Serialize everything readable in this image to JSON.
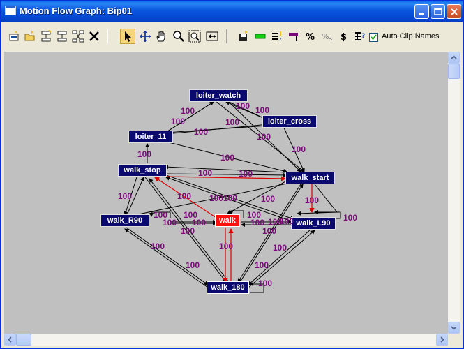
{
  "window": {
    "title": "Motion Flow Graph: Bip01",
    "controls": [
      "minimize",
      "maximize",
      "close"
    ]
  },
  "toolbar": {
    "tools": [
      {
        "name": "create-transition-icon",
        "active": false
      },
      {
        "name": "load-file-icon",
        "active": false
      },
      {
        "name": "branch-icon",
        "active": false
      },
      {
        "name": "branch-out-icon",
        "active": false
      },
      {
        "name": "layout-icon",
        "active": false
      },
      {
        "name": "delete-icon",
        "active": false
      },
      {
        "name": "select-arrow-icon",
        "active": true
      },
      {
        "name": "move-icon",
        "active": false
      },
      {
        "name": "pan-hand-icon",
        "active": false
      },
      {
        "name": "zoom-icon",
        "active": false
      },
      {
        "name": "zoom-region-icon",
        "active": false
      },
      {
        "name": "fit-width-icon",
        "active": false
      },
      {
        "name": "save-file-icon",
        "active": false
      },
      {
        "name": "green-clip-icon",
        "active": false
      },
      {
        "name": "script-icon",
        "active": false
      },
      {
        "name": "purple-flag-icon",
        "active": false
      },
      {
        "name": "percent-icon",
        "active": false
      },
      {
        "name": "random-icon",
        "active": false
      },
      {
        "name": "dollar-icon",
        "active": false
      },
      {
        "name": "script-info-icon",
        "active": false
      }
    ],
    "auto_clip_names": {
      "label": "Auto Clip Names",
      "checked": true
    }
  },
  "graph": {
    "colors": {
      "canvas": "#c0c0c0",
      "node": "#0a0a6e",
      "selected_node": "#ff1010",
      "weight_text": "#7a0a7a",
      "edge": "#000000",
      "highlight_edge": "#ff0000"
    },
    "nodes": [
      {
        "id": "loiter_watch",
        "label": "loiter_watch"
      },
      {
        "id": "loiter_cross",
        "label": "loiter_cross"
      },
      {
        "id": "loiter_11",
        "label": "loiter_11"
      },
      {
        "id": "walk_stop",
        "label": "walk_stop"
      },
      {
        "id": "walk_start",
        "label": "walk_start"
      },
      {
        "id": "walk_R90",
        "label": "walk_R90"
      },
      {
        "id": "walk",
        "label": "walk",
        "selected": true
      },
      {
        "id": "walk_L90",
        "label": "walk_L90"
      },
      {
        "id": "walk_180",
        "label": "walk_180"
      }
    ],
    "weights": [
      "100",
      "100",
      "100",
      "100",
      "100",
      "100",
      "100",
      "100",
      "100",
      "100",
      "100",
      "100",
      "100",
      "100",
      "100",
      "100",
      "100",
      "100",
      "100",
      "100",
      "100",
      "100",
      "100",
      "100",
      "100",
      "100",
      "100",
      "100",
      "100",
      "100",
      "100",
      "100",
      "100",
      "100",
      "100"
    ]
  }
}
